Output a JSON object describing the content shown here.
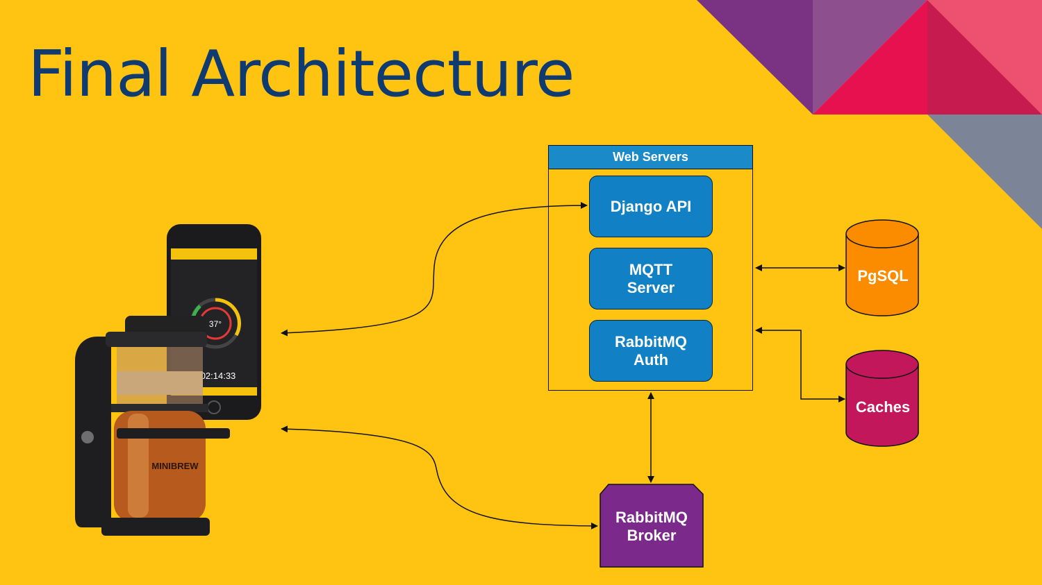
{
  "slide": {
    "title": "Final Architecture"
  },
  "colors": {
    "background": "#FFC312",
    "title": "#0F3B70",
    "service_box": "#1280C4",
    "header_bar": "#1B8AC9",
    "pgsql": "#FB8C00",
    "caches": "#C2185B",
    "broker": "#7B2A8C"
  },
  "diagram": {
    "web_servers": {
      "title": "Web Servers",
      "services": [
        {
          "label": "Django API"
        },
        {
          "label": "MQTT\nServer"
        },
        {
          "label": "RabbitMQ\nAuth"
        }
      ]
    },
    "databases": [
      {
        "label": "PgSQL"
      },
      {
        "label": "Caches"
      }
    ],
    "broker": {
      "label": "RabbitMQ\nBroker"
    },
    "device": {
      "icon": "minibrew-device-icon",
      "phone_icon": "smartphone-app-icon",
      "phone_readout": "37°",
      "phone_timer": "02:14:33",
      "keg_brand": "MINIBREW"
    },
    "connections": [
      {
        "from": "device",
        "to": "Django API",
        "arrow": "both"
      },
      {
        "from": "device",
        "to": "RabbitMQ Broker",
        "arrow": "both"
      },
      {
        "from": "Web Servers",
        "to": "PgSQL",
        "arrow": "both"
      },
      {
        "from": "Web Servers",
        "to": "Caches",
        "arrow": "both"
      },
      {
        "from": "Web Servers",
        "to": "RabbitMQ Broker",
        "arrow": "both"
      }
    ]
  }
}
